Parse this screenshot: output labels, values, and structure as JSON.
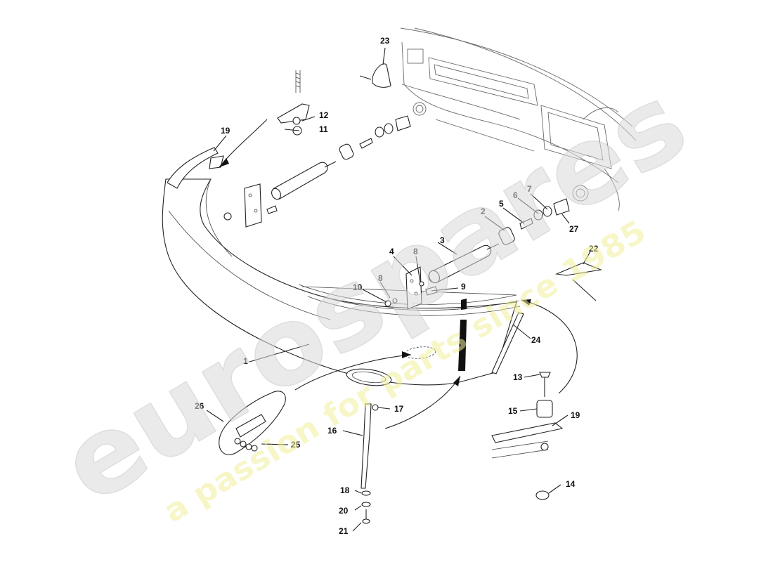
{
  "watermark": {
    "brand": "eurospares",
    "tagline": "a passion for parts since 1985",
    "brand_color": "#d9d9d9",
    "tagline_color": "#f2ef9a"
  },
  "diagram": {
    "line_color": "#222222",
    "callouts": [
      {
        "id": "c1",
        "text": "1"
      },
      {
        "id": "c2",
        "text": "2"
      },
      {
        "id": "c3",
        "text": "3"
      },
      {
        "id": "c4",
        "text": "4"
      },
      {
        "id": "c5",
        "text": "5"
      },
      {
        "id": "c6",
        "text": "6"
      },
      {
        "id": "c7",
        "text": "7"
      },
      {
        "id": "c8a",
        "text": "8"
      },
      {
        "id": "c8b",
        "text": "8"
      },
      {
        "id": "c9",
        "text": "9"
      },
      {
        "id": "c10",
        "text": "10"
      },
      {
        "id": "c11",
        "text": "11"
      },
      {
        "id": "c12",
        "text": "12"
      },
      {
        "id": "c13",
        "text": "13"
      },
      {
        "id": "c14",
        "text": "14"
      },
      {
        "id": "c15",
        "text": "15"
      },
      {
        "id": "c16",
        "text": "16"
      },
      {
        "id": "c17",
        "text": "17"
      },
      {
        "id": "c18",
        "text": "18"
      },
      {
        "id": "c19a",
        "text": "19"
      },
      {
        "id": "c19b",
        "text": "19"
      },
      {
        "id": "c20",
        "text": "20"
      },
      {
        "id": "c21",
        "text": "21"
      },
      {
        "id": "c22",
        "text": "22"
      },
      {
        "id": "c23",
        "text": "23"
      },
      {
        "id": "c24",
        "text": "24"
      },
      {
        "id": "c25",
        "text": "25"
      },
      {
        "id": "c26",
        "text": "26"
      },
      {
        "id": "c27",
        "text": "27"
      }
    ]
  }
}
